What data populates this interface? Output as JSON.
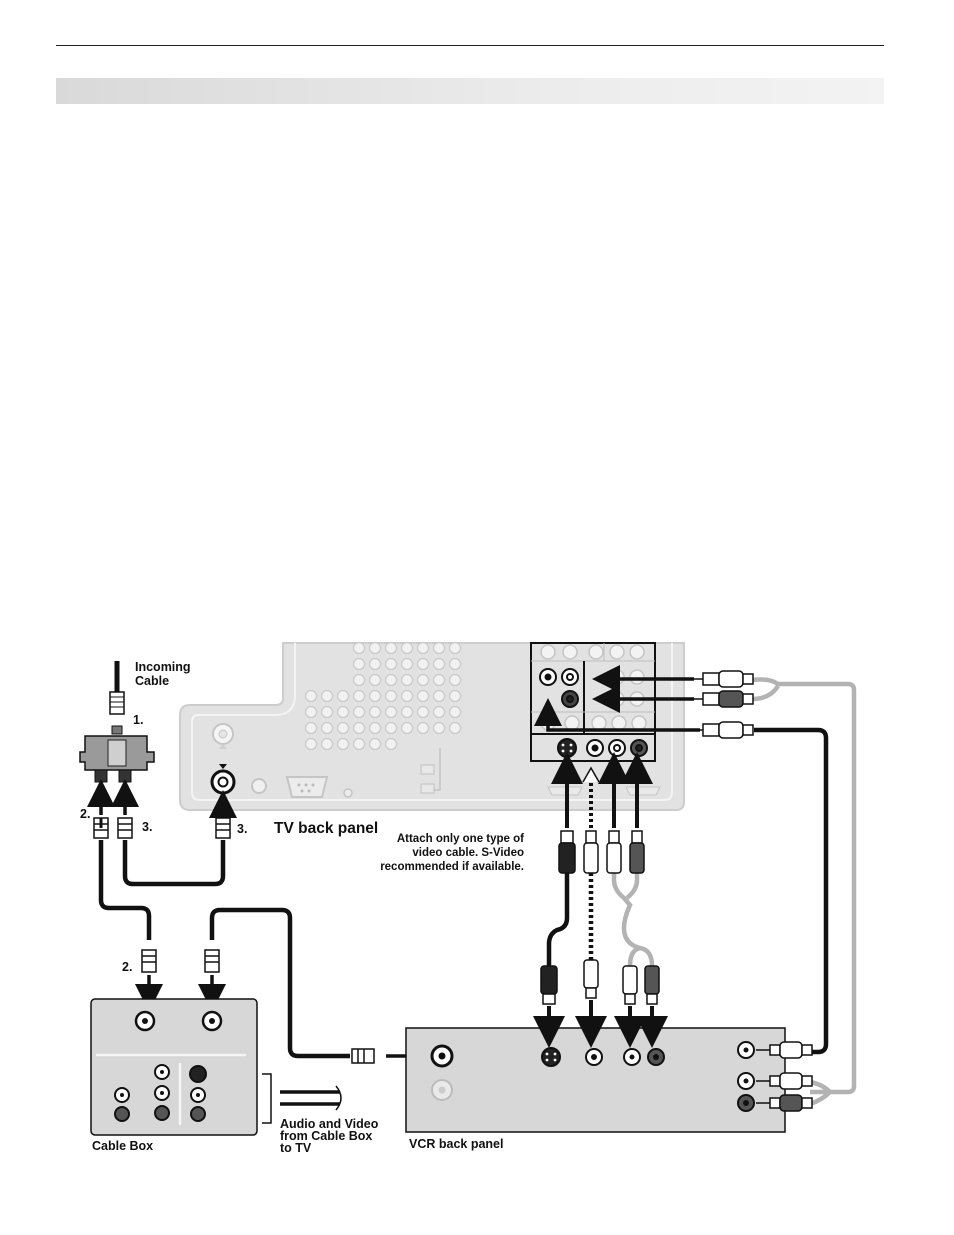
{
  "labels": {
    "incoming_cable": "Incoming\nCable",
    "step_1": "1.",
    "step_2_top": "2.",
    "step_3_splitter": "3.",
    "step_3_tv": "3.",
    "step_2_box": "2.",
    "tv_back_panel": "TV back panel",
    "video_note": "Attach only one type of\nvideo cable.  S-Video\nrecommended if available.",
    "audio_video_note": "Audio and Video\nfrom Cable Box\nto TV",
    "cable_box": "Cable Box",
    "vcr_back_panel": "VCR back panel"
  },
  "colors": {
    "panel_fill": "#e2e2e2",
    "panel_stroke": "#c8c8c8",
    "box_fill": "#d7d7d7",
    "cable_dark": "#111111",
    "cable_gray": "#b3b3b3",
    "header_bar": "#e4e4e4"
  }
}
